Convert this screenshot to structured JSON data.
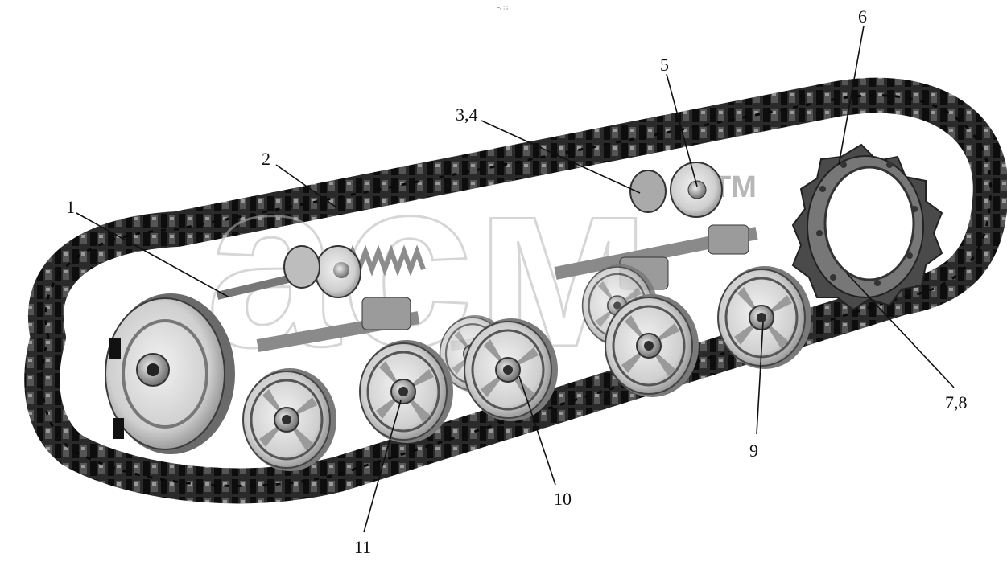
{
  "header_mark": "⌐ₓ ∷∷",
  "watermark": {
    "big": "асм",
    "small": "ТМ"
  },
  "callouts": {
    "c1": "1",
    "c2": "2",
    "c34": "3,4",
    "c5": "5",
    "c6": "6",
    "c78": "7,8",
    "c9": "9",
    "c10": "10",
    "c11": "11"
  },
  "colors": {
    "track": "#1a1a1a",
    "wheel": "#d9d9d9",
    "wheel_dark": "#6e6e6e",
    "leader": "#111111"
  }
}
